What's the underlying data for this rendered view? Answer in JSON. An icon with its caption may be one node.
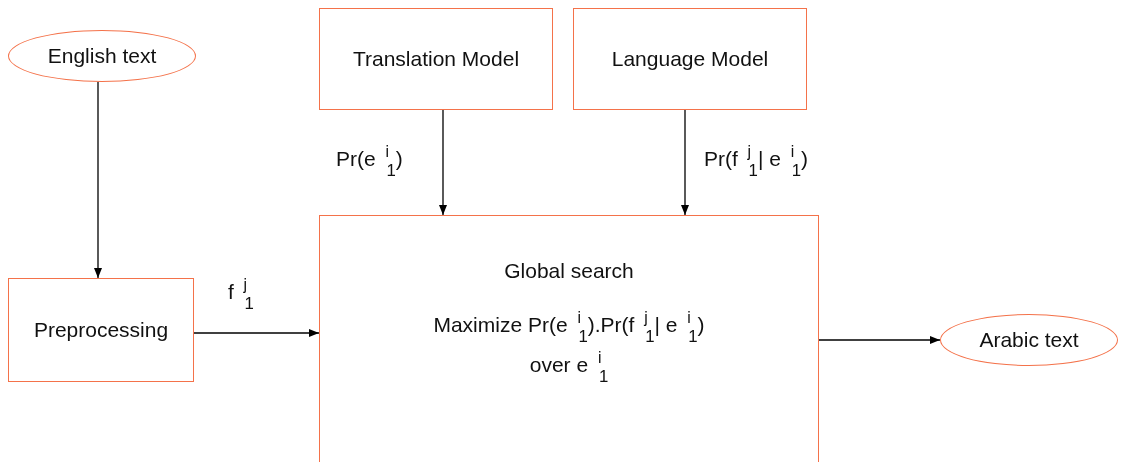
{
  "diagram": {
    "nodes": [
      {
        "text": [
          "English text"
        ]
      },
      {
        "text": [
          "Translation Model"
        ]
      },
      {
        "text": [
          "Language Model"
        ]
      },
      {
        "text": [
          "Preprocessing"
        ]
      },
      {
        "text": [
          "Global search",
          "Maximize Pr(e $^{i}$$_{1}$).Pr(f $^{j}$$_{1}$| e $^{i}$$_{1}$)",
          "over e $^{i}$$_{1}$"
        ]
      },
      {
        "text": [
          "Arabic text"
        ]
      }
    ],
    "edges": [
      {
        "from": 0,
        "to": 3,
        "arrow": "to"
      },
      {
        "from": 1,
        "to": 4,
        "arrow": "to",
        "label": "Pr(e $^{i}$$_{1}$)"
      },
      {
        "from": 2,
        "to": 4,
        "arrow": "to",
        "label": "Pr(f $^{j}$$_{1}$| e $^{i}$$_{1}$)"
      },
      {
        "from": 3,
        "to": 4,
        "arrow": "to",
        "label": "f $^{j}$$_{1}$"
      },
      {
        "from": 4,
        "to": 5,
        "arrow": "to"
      }
    ]
  }
}
